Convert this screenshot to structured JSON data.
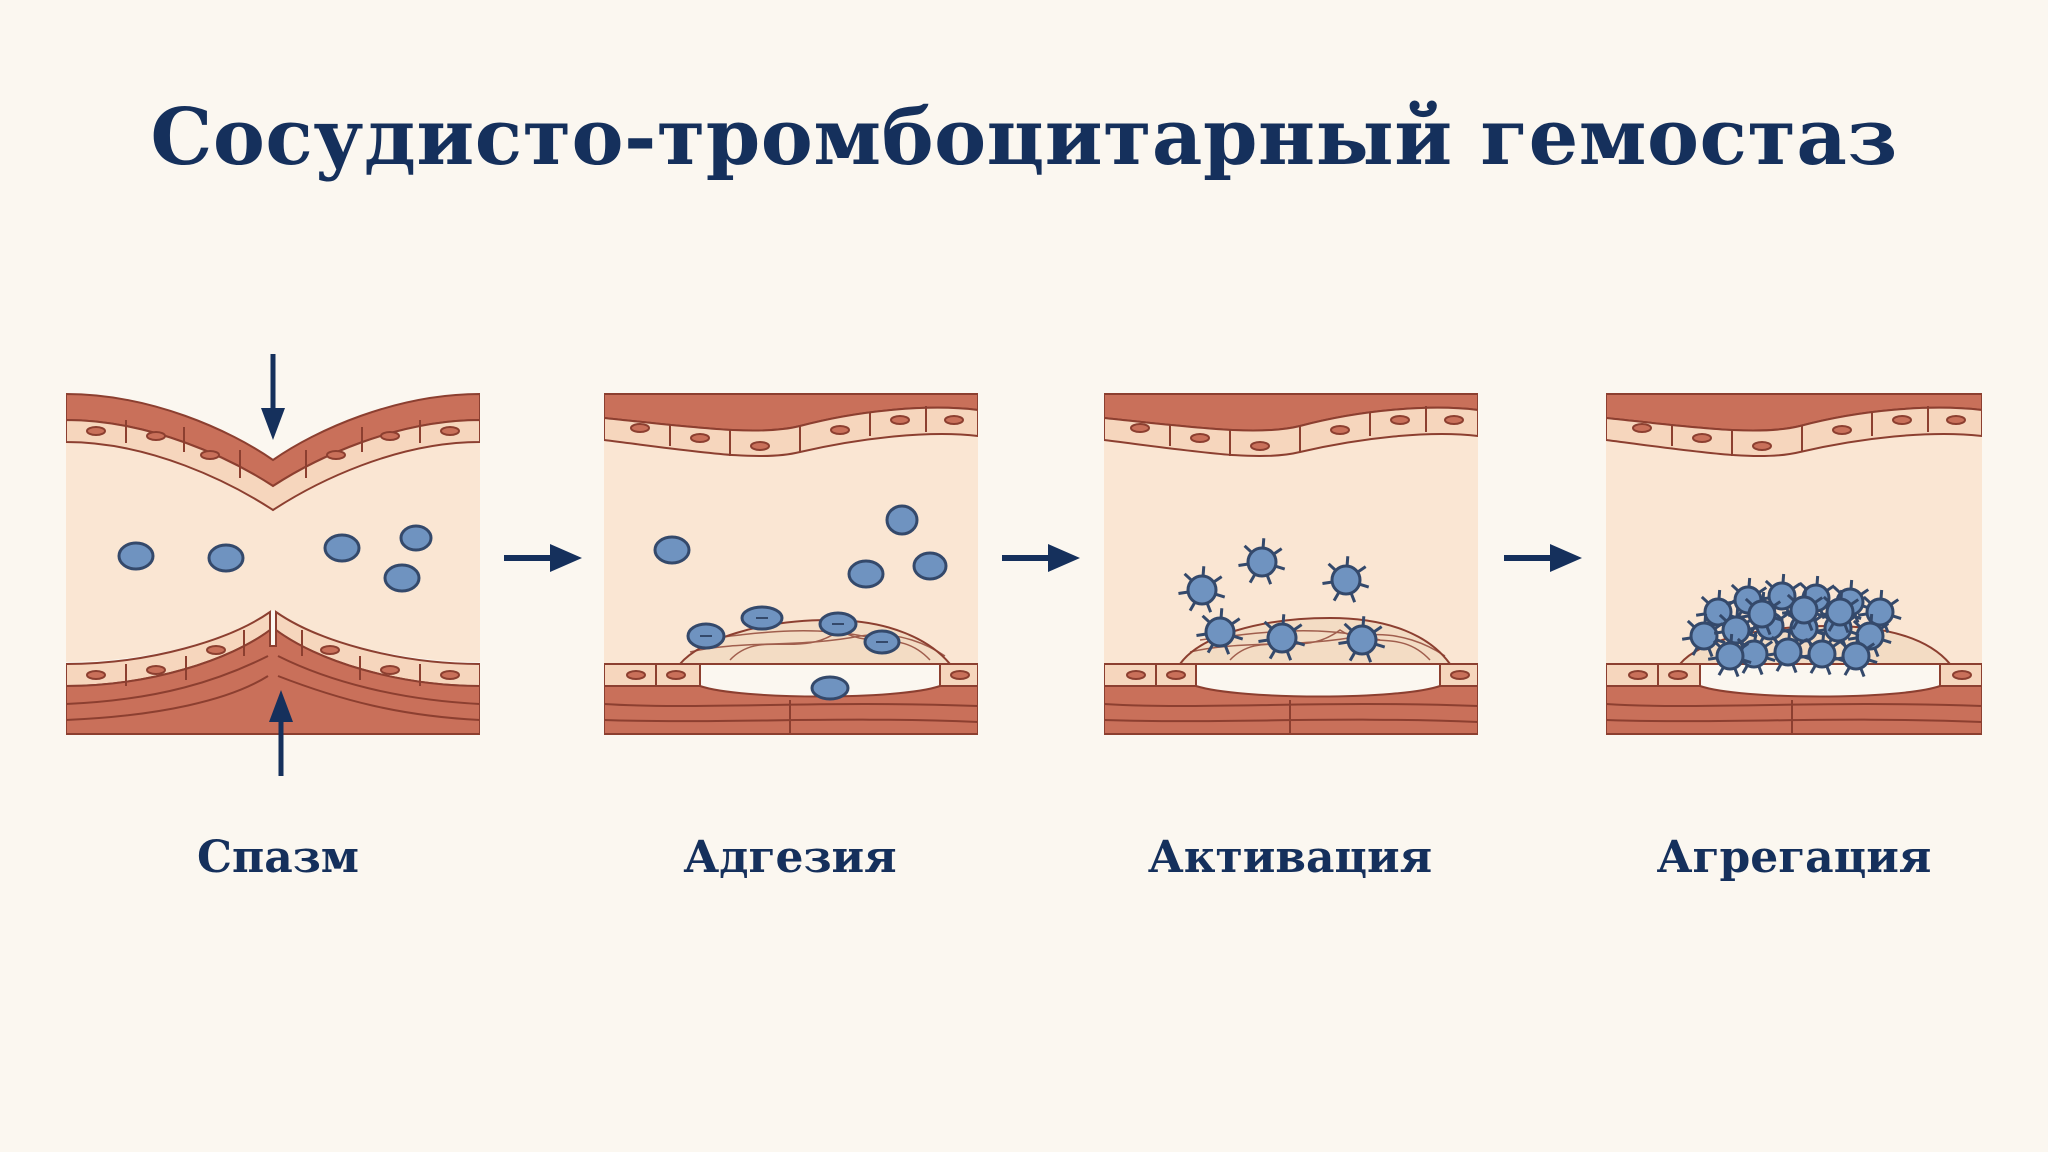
{
  "title": "Сосудисто-тромбоцитарный гемостаз",
  "stages": [
    {
      "label": "Спазм"
    },
    {
      "label": "Адгезия"
    },
    {
      "label": "Активация"
    },
    {
      "label": "Агрегация"
    }
  ],
  "colors": {
    "background": "#fbf7f0",
    "title": "#15305c",
    "lumen": "#fae6d3",
    "vessel_wall": "#c9705a",
    "endothelium": "#f6d6bd",
    "platelet": "#6f93c0",
    "platelet_stroke": "#34496b",
    "arrow": "#15305c"
  }
}
